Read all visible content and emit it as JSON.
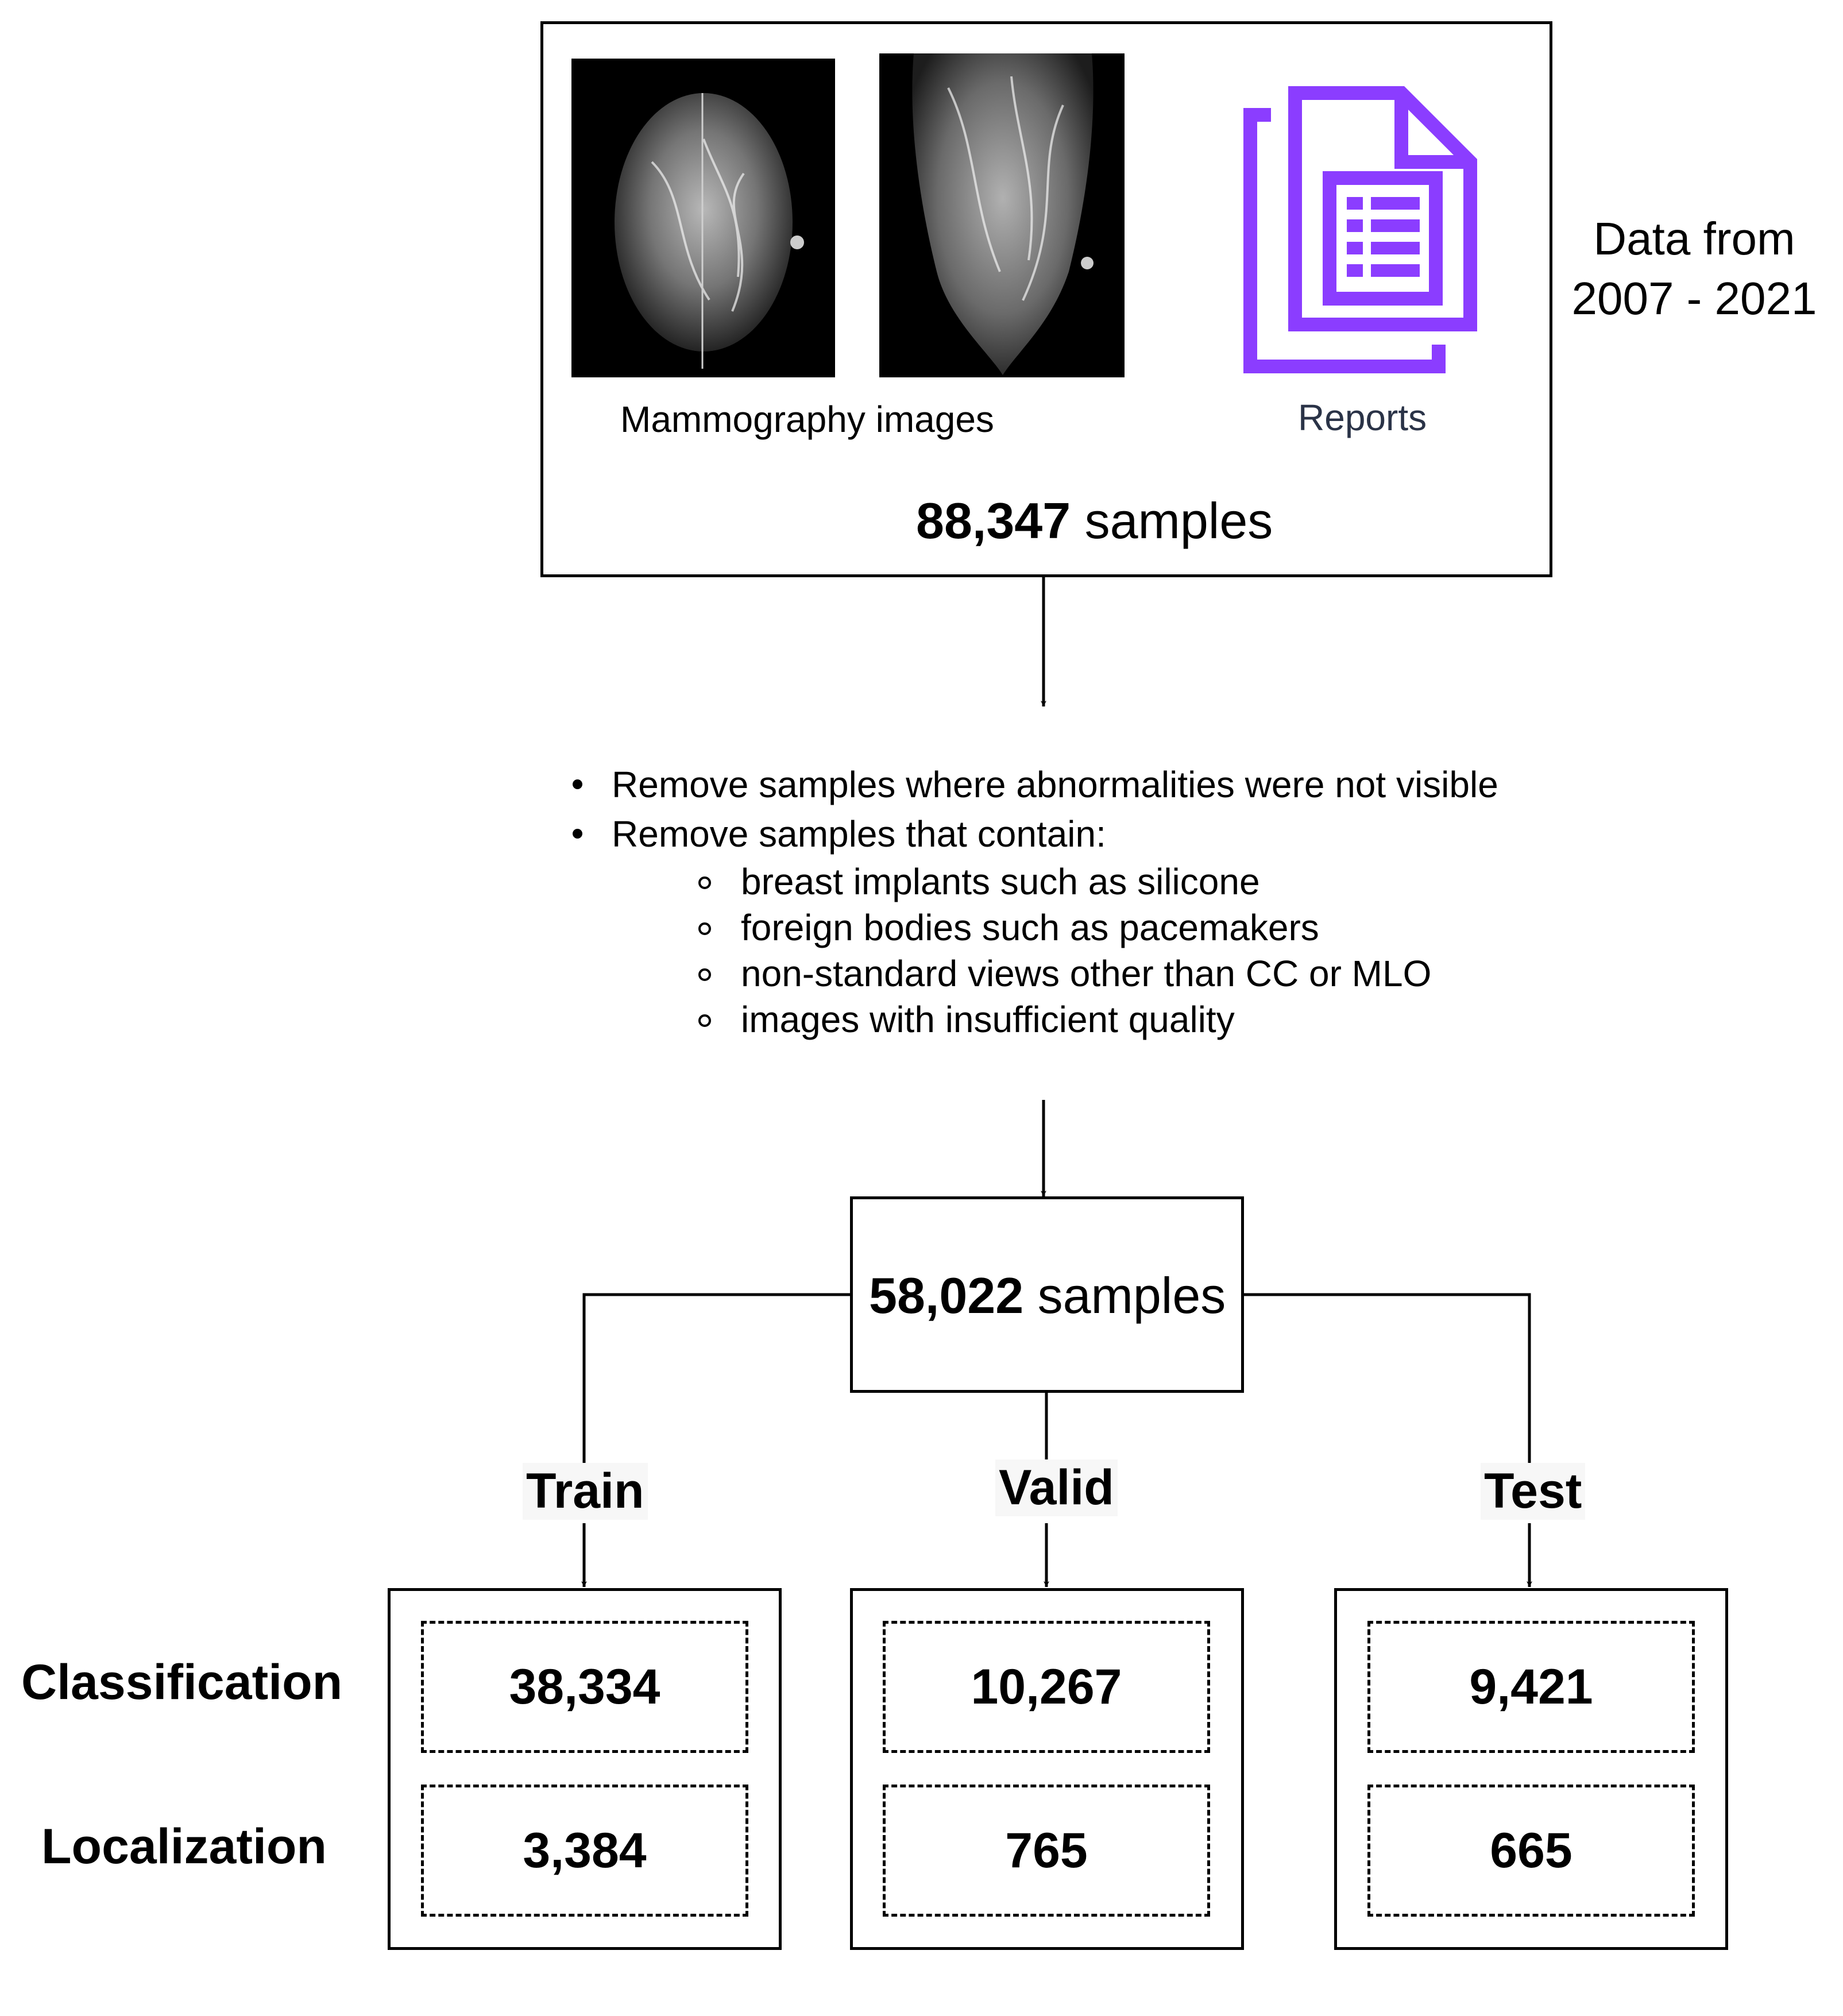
{
  "source": {
    "images_caption": "Mammography images",
    "reports_caption": "Reports",
    "count": "88,347",
    "count_suffix": " samples",
    "date_line1": "Data from",
    "date_line2": "2007 - 2021",
    "report_icon_color": "#8b3dff",
    "images": [
      {
        "icon": "mammogram-cc-view-image",
        "view": "CC"
      },
      {
        "icon": "mammogram-mlo-view-image",
        "view": "MLO"
      }
    ]
  },
  "filter": {
    "items": [
      {
        "text": "Remove samples where abnormalities were not visible"
      },
      {
        "text": "Remove samples that contain:",
        "sub": [
          "breast implants such as silicone",
          "foreign bodies such as pacemakers",
          "non-standard views other than CC or MLO",
          "images with insufficient quality"
        ]
      }
    ]
  },
  "filtered": {
    "count": "58,022",
    "count_suffix": " samples"
  },
  "rows": [
    "Classification",
    "Localization"
  ],
  "splits": [
    {
      "label": "Train",
      "classification": "38,334",
      "localization": "3,384"
    },
    {
      "label": "Valid",
      "classification": "10,267",
      "localization": "765"
    },
    {
      "label": "Test",
      "classification": "9,421",
      "localization": "665"
    }
  ]
}
